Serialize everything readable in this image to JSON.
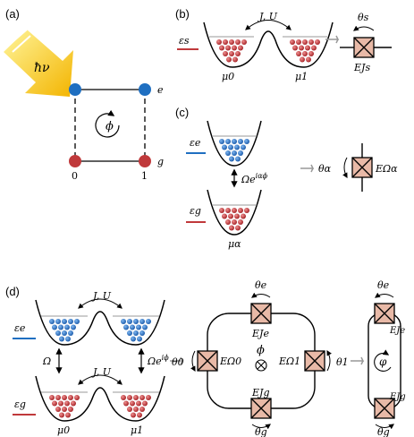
{
  "panels": {
    "a": {
      "label": "(a)",
      "photon": "ħν",
      "state_e": "e",
      "state_g": "g",
      "site0": "0",
      "site1": "1",
      "flux": "ϕ"
    },
    "b": {
      "label": "(b)",
      "energy": "εs",
      "coupling": "J, U",
      "mu0": "μ0",
      "mu1": "μ1",
      "theta": "θs",
      "junction": "EJs"
    },
    "c": {
      "label": "(c)",
      "energy_e": "εe",
      "energy_g": "εg",
      "rabi": "Ωe^{iαϕ}",
      "mu": "μα",
      "theta": "θα",
      "junction": "EΩα"
    },
    "d": {
      "label": "(d)",
      "energy_e": "εe",
      "energy_g": "εg",
      "coupling_top": "J, U",
      "coupling_bottom": "J, U",
      "omega_left": "Ω",
      "omega_right": "Ωe^{iϕ}",
      "mu0": "μ0",
      "mu1": "μ1",
      "theta_e": "θe",
      "theta_g": "θg",
      "theta_0": "θ0",
      "theta_1": "θ1",
      "E_Je": "EJe",
      "E_Jg": "EJg",
      "E_O0": "EΩ0",
      "E_O1": "EΩ1",
      "phi": "ϕ",
      "varphi": "φ",
      "theta_e2": "θe",
      "theta_g2": "θg",
      "E_Je2": "EJe",
      "E_Jg2": "EJg"
    }
  },
  "colors": {
    "blue": "#1f6fc1",
    "red": "#c0393b",
    "junction_fill": "#e8b9a7",
    "photon": "#f5c518"
  }
}
